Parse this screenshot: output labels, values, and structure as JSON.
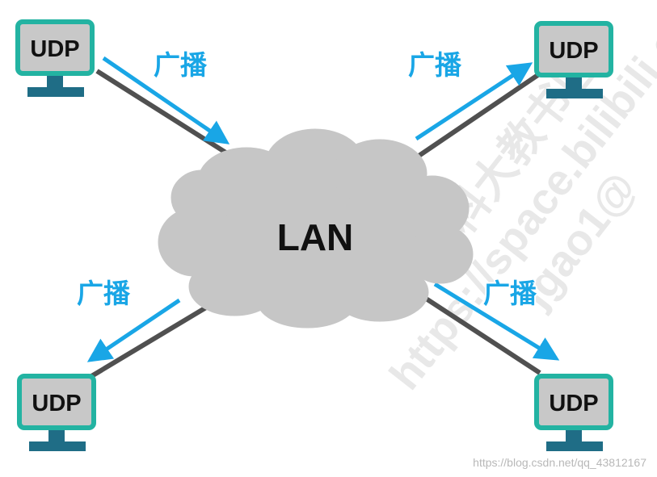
{
  "hosts": [
    {
      "label": "UDP"
    },
    {
      "label": "UDP"
    },
    {
      "label": "UDP"
    },
    {
      "label": "UDP"
    }
  ],
  "network": {
    "label": "LAN"
  },
  "arrows": [
    {
      "label": "广播",
      "direction": "host-to-network"
    },
    {
      "label": "广播",
      "direction": "network-to-host"
    },
    {
      "label": "广播",
      "direction": "network-to-host"
    },
    {
      "label": "广播",
      "direction": "network-to-host"
    }
  ],
  "watermark": {
    "line1": "湖科大教书匠",
    "line2": "https://space.bilibili.com/",
    "line3": "jgao1@"
  },
  "credit": "https://blog.csdn.net/qq_43812167",
  "colors": {
    "monitor_border": "#23b3a2",
    "monitor_screen": "#c8c8c8",
    "monitor_stand": "#1f6d86",
    "arrow": "#19a6e6",
    "link_line": "#505050",
    "cloud": "#c6c6c6"
  }
}
